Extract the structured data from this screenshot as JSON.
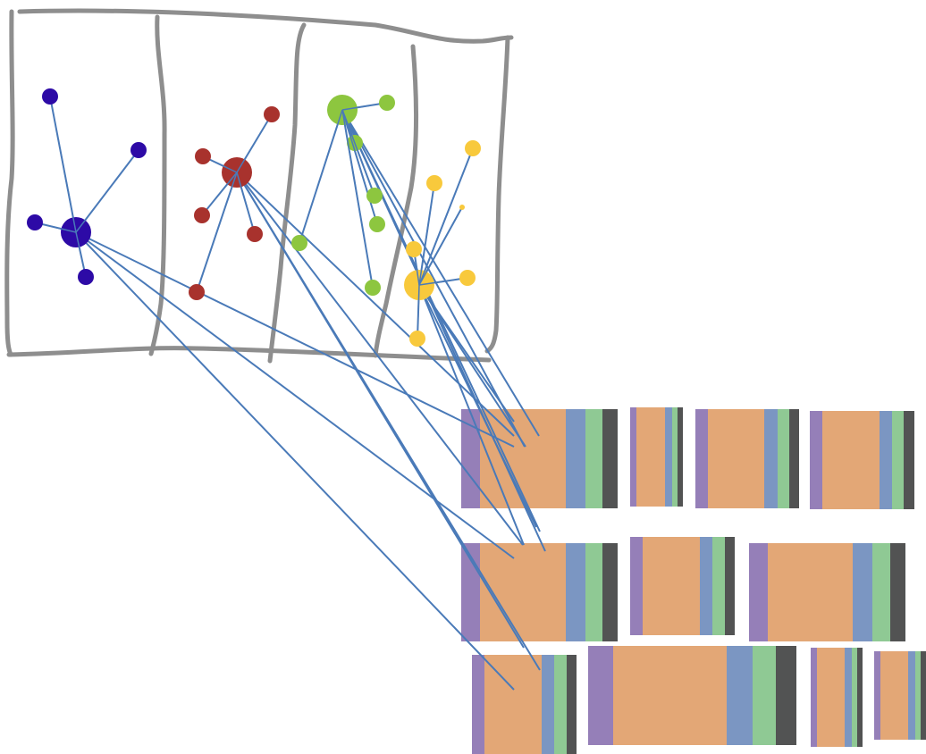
{
  "colors": {
    "frame": "#8e8e8e",
    "edge": "#4a7ab8",
    "cluster_blue": "#2d0aa6",
    "cluster_red": "#a8322d",
    "cluster_green": "#8dc63f",
    "cluster_yellow": "#f8c93c",
    "stripe_purple": "#957fb8",
    "stripe_orange": "#e3a776",
    "stripe_blue": "#7b96c2",
    "stripe_green": "#8fc994",
    "stripe_dark": "#525353"
  },
  "clusters": [
    "blue",
    "red",
    "green",
    "yellow"
  ],
  "stripe_order": [
    "purple",
    "orange",
    "blue",
    "green",
    "dark"
  ]
}
